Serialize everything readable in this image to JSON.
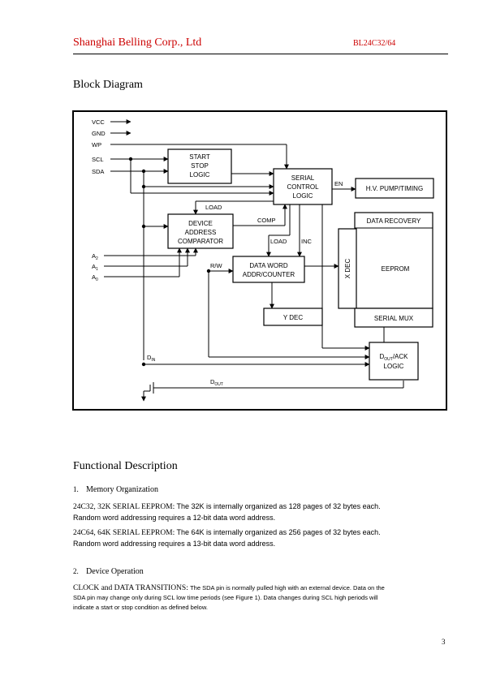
{
  "header": {
    "company": "Shanghai Belling Corp., Ltd",
    "doc_id": "BL24C32/64"
  },
  "section_block_diagram": "Block Diagram",
  "diagram": {
    "pins": {
      "vcc": "VCC",
      "gnd": "GND",
      "wp": "WP",
      "scl": "SCL",
      "sda": "SDA",
      "a2": "A",
      "a2_sub": "2",
      "a1": "A",
      "a1_sub": "1",
      "a0": "A",
      "a0_sub": "0"
    },
    "blocks": {
      "start_stop": [
        "START",
        "STOP",
        "LOGIC"
      ],
      "serial_control": [
        "SERIAL",
        "CONTROL",
        "LOGIC"
      ],
      "hv_pump": "H.V. PUMP/TIMING",
      "device_address": [
        "DEVICE",
        "ADDRESS",
        "COMPARATOR"
      ],
      "data_recovery": "DATA RECOVERY",
      "eeprom": "EEPROM",
      "x_dec": "X DEC",
      "data_word": [
        "DATA WORD",
        "ADDR/COUNTER"
      ],
      "y_dec": "Y DEC",
      "serial_mux": "SERIAL MUX",
      "dout_ack_main": "D",
      "dout_ack_sub": "OUT",
      "dout_ack_rest": "/ACK",
      "dout_ack_line2": "LOGIC"
    },
    "signals": {
      "en": "EN",
      "load1": "LOAD",
      "comp": "COMP",
      "load2": "LOAD",
      "inc": "INC",
      "rw": "R/W",
      "din": "D",
      "din_sub": "IN",
      "dout": "D",
      "dout_sub": "OUT"
    }
  },
  "section_functional": "Functional Description",
  "subsections": [
    {
      "num": "1.",
      "title": "Memory Organization"
    },
    {
      "num": "2.",
      "title": "Device Operation"
    }
  ],
  "paragraphs": {
    "mem_32_lead": "24C32, 32K SERIAL EEPROM:",
    "mem_32_body": "The 32K is internally organized as 128 pages of 32 bytes each.",
    "mem_32_line2": "Random word addressing requires a 12-bit data word address.",
    "mem_64_lead": "24C64, 64K SERIAL EEPROM:",
    "mem_64_body": "The 64K is internally organized as 256 pages of 32 bytes each.",
    "mem_64_line2": "Random word addressing requires a 13-bit data word address.",
    "clock_lead": "CLOCK and DATA TRANSITIONS:",
    "clock_body": "The SDA pin is normally pulled high with an external device. Data on the",
    "clock_line2": "SDA pin may change only during SCL low time periods (see Figure 1). Data changes during SCL high periods will",
    "clock_line3": "indicate a start or stop condition as defined below."
  },
  "page_number": "3",
  "colors": {
    "header_red": "#cc0000",
    "ink": "#000000"
  }
}
